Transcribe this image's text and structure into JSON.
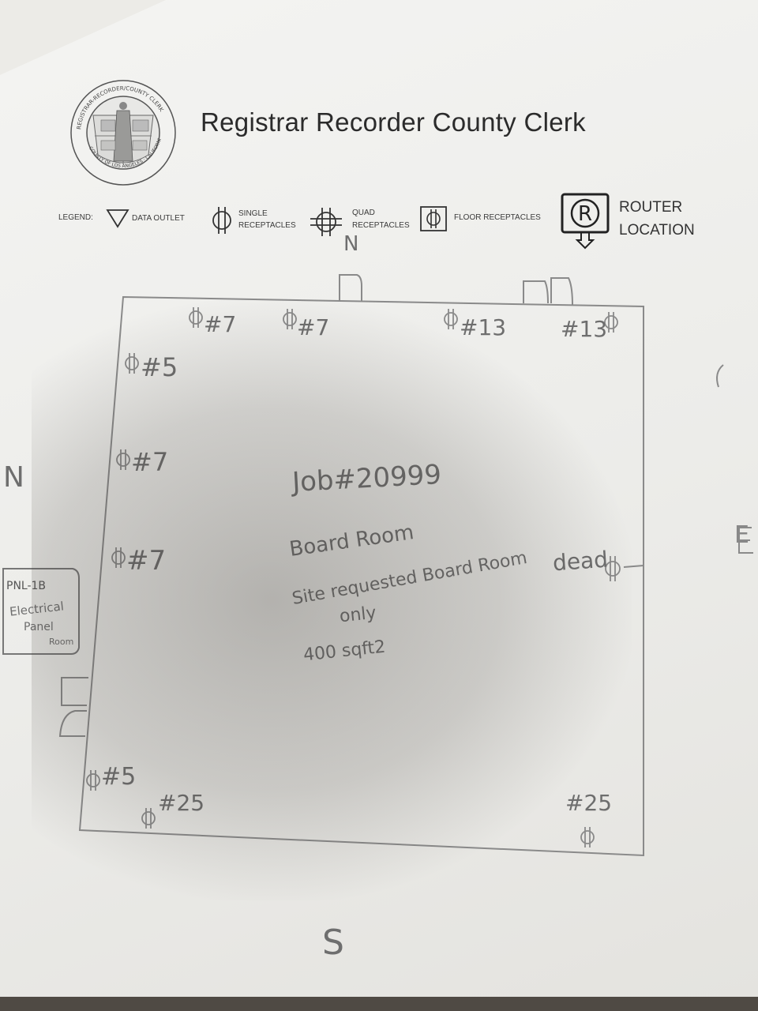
{
  "header": {
    "title": "Registrar Recorder County Clerk",
    "seal_icon": "county-seal-icon",
    "seal_text_top": "REGISTRAR-RECORDER/COUNTY CLERK",
    "seal_text_bottom": "COUNTY OF LOS ANGELES · CALIFORNIA"
  },
  "legend": {
    "label": "LEGEND:",
    "items": [
      {
        "icon": "data-outlet-icon",
        "label": "DATA OUTLET"
      },
      {
        "icon": "single-receptacle-icon",
        "label_line1": "SINGLE",
        "label_line2": "RECEPTACLES"
      },
      {
        "icon": "quad-receptacle-icon",
        "label_line1": "QUAD",
        "label_line2": "RECEPTACLES"
      },
      {
        "icon": "floor-receptacle-icon",
        "label": "FLOOR RECEPTACLES"
      },
      {
        "icon": "router-location-icon",
        "label_line1": "ROUTER",
        "label_line2": "LOCATION",
        "glyph": "R"
      }
    ]
  },
  "compass": {
    "north": "N",
    "south": "S",
    "west": "N",
    "east": "E"
  },
  "room_labels": {
    "top1": "#7",
    "top2": "#7",
    "top3": "#13",
    "top4": "#13",
    "left1": "#5",
    "left2": "#7",
    "left3": "#7",
    "bottom_left1": "#5",
    "bottom_left2": "#25",
    "bottom_right": "#25",
    "right_dead": "dead"
  },
  "notes": {
    "job": "Job#20999",
    "room": "Board Room",
    "line1": "Site requested Board Room",
    "line2": "only",
    "area": "400 sqft2"
  },
  "panel": {
    "id": "PNL-1B",
    "line1": "Electrical",
    "line2": "Panel",
    "line3": "Room"
  }
}
